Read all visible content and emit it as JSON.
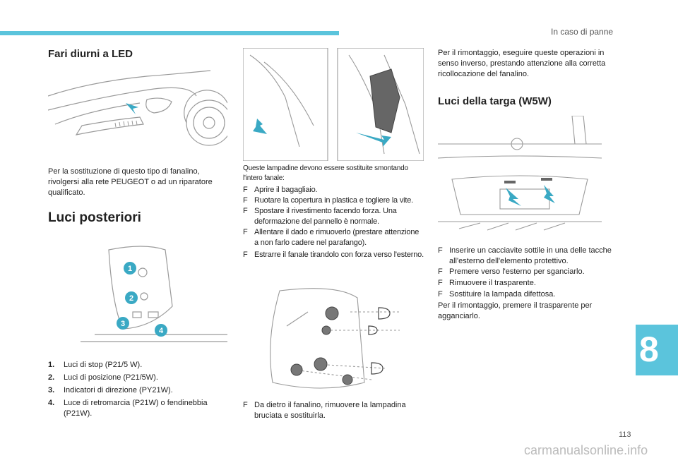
{
  "header": {
    "section_title": "In caso di panne"
  },
  "col1": {
    "heading_led": "Fari diurni a LED",
    "led_text": "Per la sostituzione di questo tipo di fanalino, rivolgersi alla rete PEUGEOT o ad un riparatore qualificato.",
    "heading_rear": "Luci posteriori",
    "rear_callouts": [
      "1",
      "2",
      "3",
      "4"
    ],
    "rear_list": [
      {
        "num": "1.",
        "text": "Luci di stop (P21/5 W)."
      },
      {
        "num": "2.",
        "text": "Luci di posizione (P21/5W)."
      },
      {
        "num": "3.",
        "text": "Indicatori di direzione (PY21W)."
      },
      {
        "num": "4.",
        "text": "Luce di retromarcia (P21W) o fendinebbia (P21W)."
      }
    ]
  },
  "col2": {
    "intro": "Queste lampadine devono essere sostituite smontando l'intero fanale:",
    "bullet_mark": "F",
    "steps": [
      "Aprire il bagagliaio.",
      "Ruotare la copertura in plastica e togliere la vite.",
      "Spostare il rivestimento facendo forza. Una deformazione del pannello è normale.",
      "Allentare il dado e rimuoverlo (prestare attenzione a non farlo cadere nel parafango).",
      "Estrarre il fanale tirandolo con forza verso l'esterno."
    ],
    "bottom_step": "Da dietro il fanalino, rimuovere la lampadina bruciata e sostituirla."
  },
  "col3": {
    "remount_text": "Per il rimontaggio, eseguire queste operazioni in senso inverso, prestando attenzione alla corretta ricollocazione del fanalino.",
    "heading_plate": "Luci della targa (W5W)",
    "plate_steps": [
      "Inserire un cacciavite sottile in una delle tacche all'esterno dell'elemento protettivo.",
      "Premere verso l'esterno per sganciarlo.",
      "Rimuovere il trasparente.",
      "Sostituire la lampada difettosa."
    ],
    "plate_final": "Per il rimontaggio, premere il trasparente per agganciarlo."
  },
  "page": {
    "chapter": "8",
    "number": "113",
    "watermark": "carmanualsonline.info"
  },
  "colors": {
    "accent": "#5bc4dc",
    "arrow": "#3aa9c4",
    "line": "#9a9a9a"
  }
}
